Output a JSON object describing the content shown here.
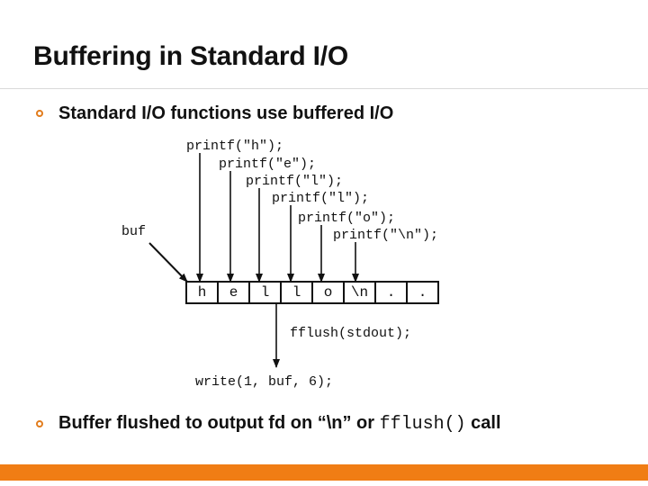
{
  "title": "Buffering in Standard I/O",
  "bullets": {
    "first": "Standard I/O functions use buffered I/O",
    "second_prefix": "Buffer flushed to output fd on “\\n” or ",
    "second_code": "fflush()",
    "second_suffix": " call"
  },
  "calls": [
    "printf(\"h\");",
    "printf(\"e\");",
    "printf(\"l\");",
    "printf(\"l\");",
    "printf(\"o\");",
    "printf(\"\\n\");"
  ],
  "buf_label": "buf",
  "buffer_cells": [
    "h",
    "e",
    "l",
    "l",
    "o",
    "\\n",
    ".",
    "."
  ],
  "flush_call": "fflush(stdout);",
  "write_call": "write(1, buf, 6);",
  "colors": {
    "accent": "#f07d14",
    "bullet": "#e27d1e"
  }
}
